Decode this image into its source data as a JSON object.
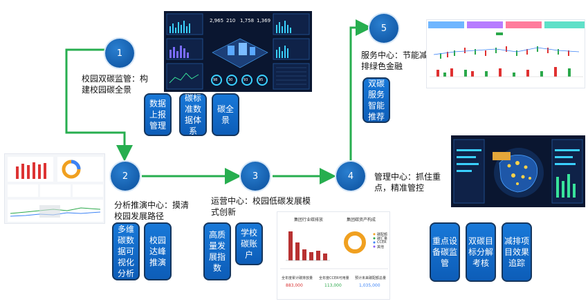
{
  "steps": [
    {
      "num": "1",
      "title": "校园双碳监管：构建校园碳全景"
    },
    {
      "num": "2",
      "title": "分析推演中心：摸清校园发展路径"
    },
    {
      "num": "3",
      "title": "运营中心：校园低碳发展模式创新"
    },
    {
      "num": "4",
      "title": "管理中心：抓住重点，精准管控"
    },
    {
      "num": "5",
      "title": "服务中心：节能减排绿色金融"
    }
  ],
  "tags": {
    "step1": [
      "数据上报管理",
      "碳标准数据体系",
      "碳全景"
    ],
    "step2": [
      "多维碳数据可视化分析",
      "校园达峰推演"
    ],
    "step3": [
      "高质量发展指数",
      "学校碳账户"
    ],
    "step4": [
      "重点设备碳监管",
      "双碳目标分解考核",
      "减排项目效果追踪"
    ],
    "step5": [
      "双碳服务智能推荐"
    ]
  },
  "thumbs": {
    "top_dashboard_stats": [
      "2,965",
      "210",
      "1,758",
      "1,369"
    ],
    "top_dashboard_gauges": [
      "98",
      "30",
      "93",
      "95"
    ],
    "step3_panel": {
      "chart_title": "集团行业碳排放",
      "donut_title": "集团碳资产构成",
      "legend": [
        "碳配额",
        "碳汇量",
        "CCER",
        "其他"
      ],
      "stat_labels": [
        "全年度累计碳排放量",
        "全年度CCER可用量",
        "预计未来碳配额总量"
      ],
      "stat_values": [
        "883,000",
        "113,000",
        "1,035,000"
      ]
    }
  },
  "colors": {
    "flow_line": "#27ae4f",
    "circle": "#0b4f9c",
    "tag_fill": "#1169c8"
  }
}
